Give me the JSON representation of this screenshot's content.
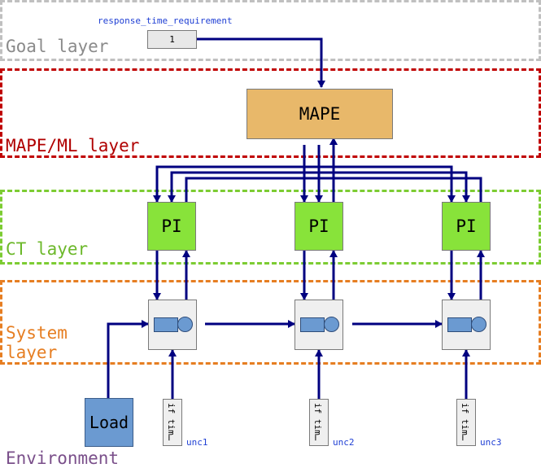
{
  "goal_layer": {
    "label": "Goal layer",
    "param_name": "response_time_requirement",
    "param_value": "1"
  },
  "mape_layer": {
    "label": "MAPE/ML layer",
    "block_label": "MAPE"
  },
  "ct_layer": {
    "label": "CT layer",
    "controllers": [
      "PI",
      "PI",
      "PI"
    ]
  },
  "system_layer": {
    "label": "System\nlayer"
  },
  "environment": {
    "label": "Environment",
    "load_label": "Load",
    "uncertainties": [
      {
        "block_text": "if tim…",
        "name": "unc1"
      },
      {
        "block_text": "if tim…",
        "name": "unc2"
      },
      {
        "block_text": "if tim…",
        "name": "unc3"
      }
    ]
  },
  "colors": {
    "goal": "#c0c0c0",
    "mape": "#c00000",
    "ct": "#7dcc33",
    "system": "#e67e22",
    "environment": "#7a4f8a",
    "wire": "#000080",
    "mape_fill": "#e8b86a",
    "pi_fill": "#88e33a",
    "load_fill": "#6b9ad1"
  }
}
